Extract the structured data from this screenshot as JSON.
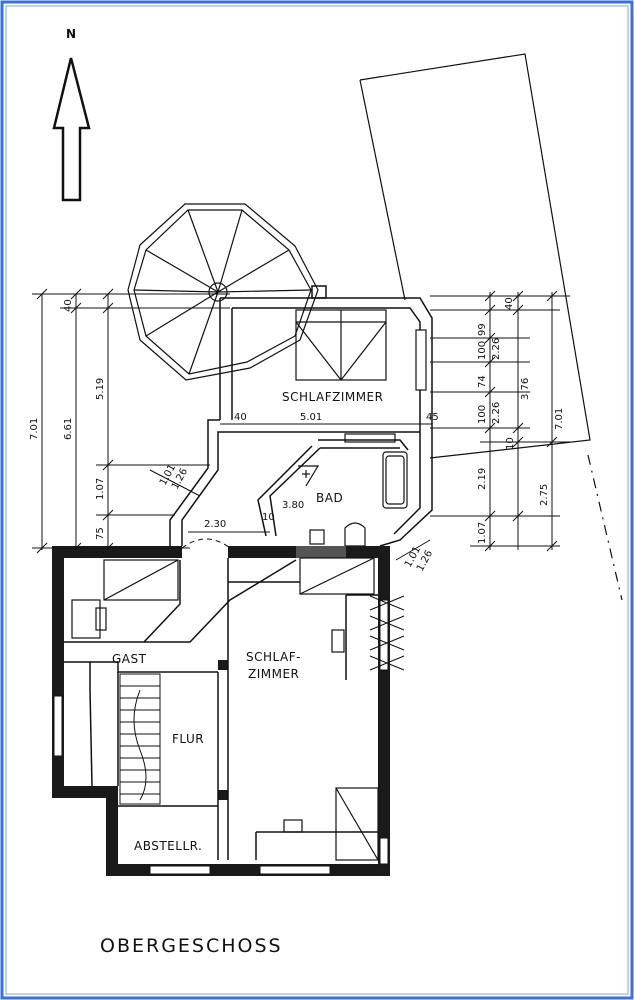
{
  "title": "OBERGESCHOSS",
  "north_label": "N",
  "rooms": {
    "schlafzimmer_top": "SCHLAFZIMMER",
    "bad": "BAD",
    "bad_size": "3.80",
    "gast": "GAST",
    "schlaf_1": "SCHLAF-",
    "schlaf_2": "ZIMMER",
    "flur": "FLUR",
    "abstellr": "ABSTELLR."
  },
  "dims_left": {
    "d701": "7.01",
    "d661": "6.61",
    "d519": "5.19",
    "d107": "1.07",
    "d75": "75",
    "d40": "40"
  },
  "dims_right": {
    "r40": "40",
    "r99": "99",
    "r100a": "100",
    "r226a": "2.26",
    "r74": "74",
    "r100b": "100",
    "r226b": "2.26",
    "r376": "3.76",
    "r701": "7.01",
    "r219": "2.19",
    "r275": "2.75",
    "r107": "1.07",
    "r10": "10"
  },
  "dims_misc": {
    "w40": "40",
    "w501": "5.01",
    "w45": "45",
    "d101a": "1.01",
    "d126a": "1.26",
    "d101b": "1.01",
    "d126b": "1.26",
    "w230": "2.30",
    "w10": "10"
  },
  "colors": {
    "frame": "#3b6fe0",
    "ink": "#111111",
    "wall": "#1a1a1a",
    "paper": "#ffffff"
  }
}
